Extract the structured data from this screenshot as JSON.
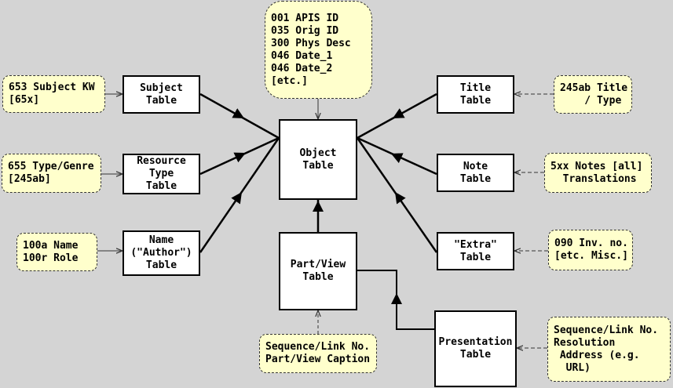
{
  "colors": {
    "background": "#d4d4d4",
    "table_fill": "#ffffff",
    "note_fill": "#ffffcc",
    "line": "#000000"
  },
  "tables": {
    "object": "Object\nTable",
    "subject": "Subject\nTable",
    "resource_type": "Resource\nType\nTable",
    "name": "Name\n(\"Author\")\nTable",
    "title": "Title\nTable",
    "note": "Note\nTable",
    "extra": "\"Extra\"\nTable",
    "part_view": "Part/View\nTable",
    "presentation": "Presentation\nTable"
  },
  "notes": {
    "object_fields": "001 APIS ID\n035 Orig ID\n300 Phys Desc\n046 Date_1\n046 Date_2\n[etc.]",
    "subject_fields": "653 Subject KW\n[65x]",
    "resource_type_fields": "655 Type/Genre\n[245ab]",
    "name_fields": "100a Name\n100r Role",
    "title_fields": "245ab Title\n    / Type",
    "note_fields": "5xx Notes [all]\n  Translations",
    "extra_fields": "090 Inv. no.\n[etc. Misc.]",
    "part_view_fields": "Sequence/Link No.\nPart/View Caption",
    "presentation_fields": "Sequence/Link No.\nResolution\n Address (e.g.\n  URL)"
  }
}
